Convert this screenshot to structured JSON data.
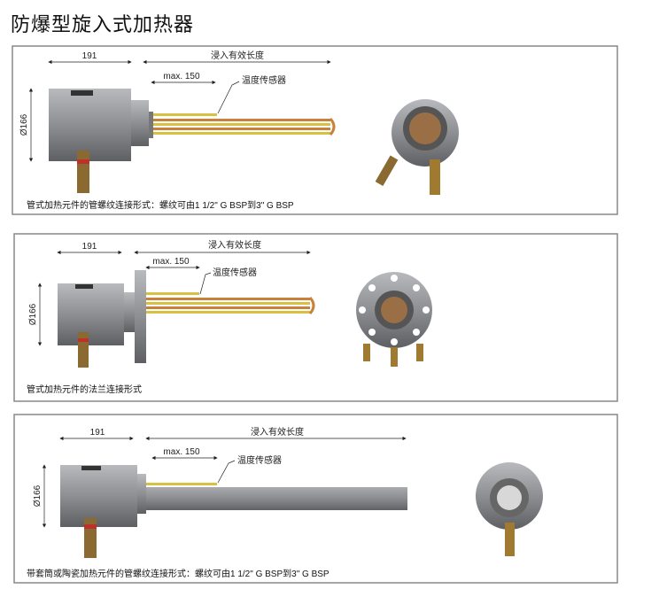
{
  "title": "防爆型旋入式加热器",
  "labels": {
    "length_191": "191",
    "immersion_length": "浸入有效长度",
    "max_150": "max. 150",
    "temp_sensor": "温度传感器",
    "diameter": "Ø166"
  },
  "panels": [
    {
      "caption": "管式加热元件的管螺纹连接形式：螺纹可由1 1/2\" G BSP到3\" G BSP"
    },
    {
      "caption": "管式加热元件的法兰连接形式"
    },
    {
      "caption": "带套筒或陶瓷加热元件的管螺纹连接形式：螺纹可由1 1/2\" G BSP到3\" G BSP"
    }
  ],
  "colors": {
    "body": "#8a8c90",
    "rod_copper": "#c8803a",
    "rod_yellow": "#d8c040",
    "frame": "#888888"
  }
}
